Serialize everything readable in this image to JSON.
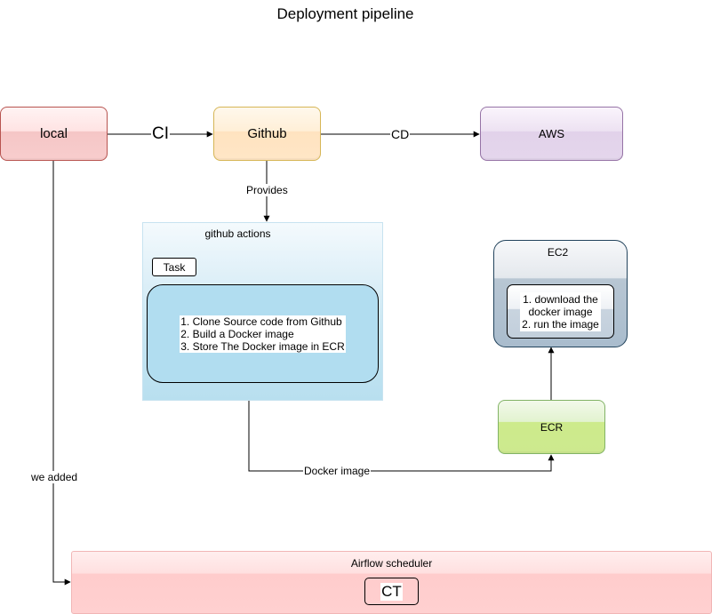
{
  "title": "Deployment pipeline",
  "nodes": {
    "local": "local",
    "github": "Github",
    "aws": "AWS",
    "github_actions": "github actions",
    "task": "Task",
    "steps": [
      "1. Clone Source code from Github",
      "2. Build a Docker image",
      "3. Store The Docker image in ECR"
    ],
    "ec2": "EC2",
    "ec2_steps": [
      "1. download the",
      "docker image",
      "2. run the image"
    ],
    "ecr": "ECR",
    "airflow": "Airflow scheduler",
    "ct": "CT"
  },
  "edges": {
    "ci": "CI",
    "cd": "CD",
    "provides": "Provides",
    "docker_image": "Docker image",
    "we_added": "we added"
  },
  "colors": {
    "local_border": "#b85450",
    "github_border": "#d6b656",
    "aws_border": "#9673a6",
    "ecr_border": "#82b366",
    "ec2_border": "#23445d",
    "task_fill": "#b1ddf0",
    "airflow_fill": "#ffcccc"
  }
}
